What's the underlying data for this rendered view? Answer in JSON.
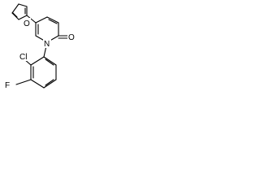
{
  "molecule": {
    "atoms": {
      "oxygen_carbonyl": "O",
      "oxygen_furan": "O",
      "nitrogen": "N",
      "chlorine": "Cl",
      "fluorine": "F"
    }
  },
  "colors": {
    "ink": "#000000",
    "background": "#ffffff"
  }
}
